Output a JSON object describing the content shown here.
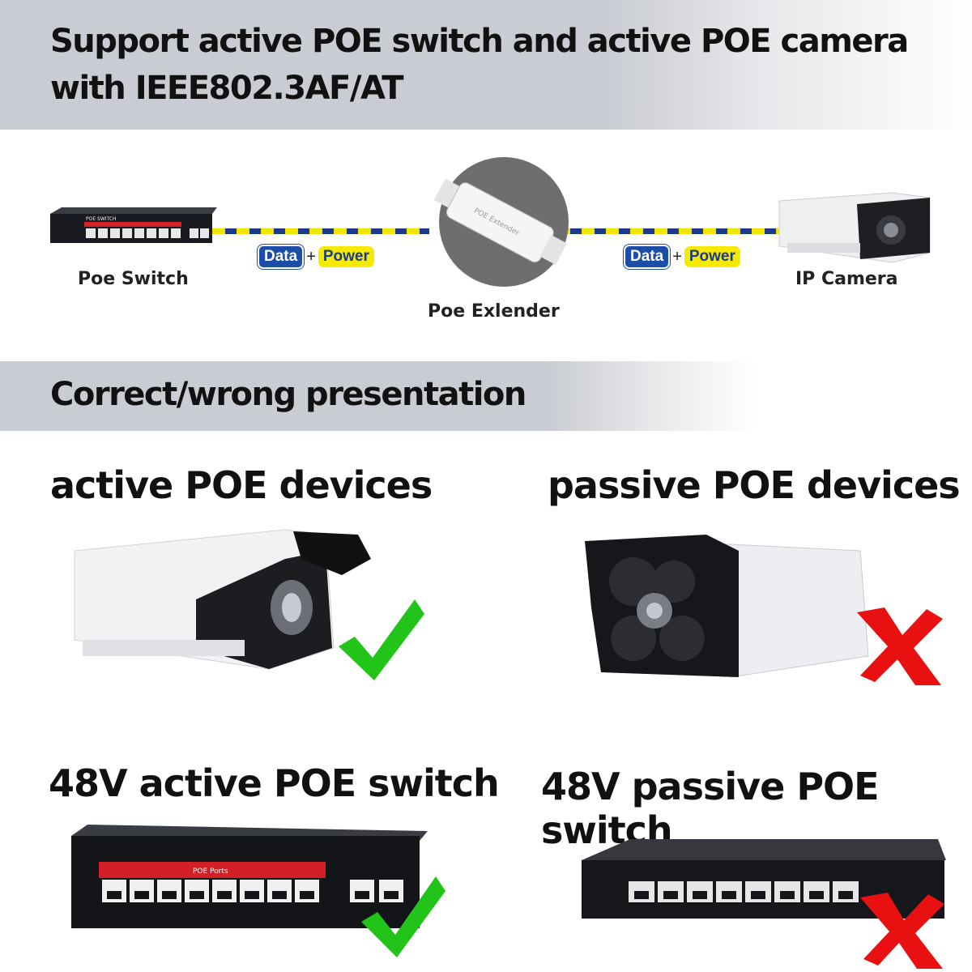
{
  "header": {
    "title": "Support active POE switch and active POE camera with IEEE802.3AF/AT"
  },
  "diagram": {
    "switch_label": "Poe Switch",
    "extender_label": "Poe Exlender",
    "camera_label": "IP Camera",
    "link_left": {
      "data": "Data",
      "plus": "+",
      "power": "Power"
    },
    "link_right": {
      "data": "Data",
      "plus": "+",
      "power": "Power"
    },
    "switch_device_text": "POE SWITCH",
    "extender_device_text": "POE Extender",
    "cable_colors": [
      "#f2e600",
      "#1c3a8c"
    ]
  },
  "section": {
    "title": "Correct/wrong presentation"
  },
  "comparison": {
    "active_devices": "active POE devices",
    "passive_devices": "passive POE devices",
    "active_switch": "48V active POE switch",
    "passive_switch": "48V passive POE switch",
    "active_switch_panel": "POE Ports",
    "correct_icon": "green-checkmark-icon",
    "wrong_icon": "red-x-icon",
    "correct_color": "#22c41a",
    "wrong_color": "#e81010"
  }
}
